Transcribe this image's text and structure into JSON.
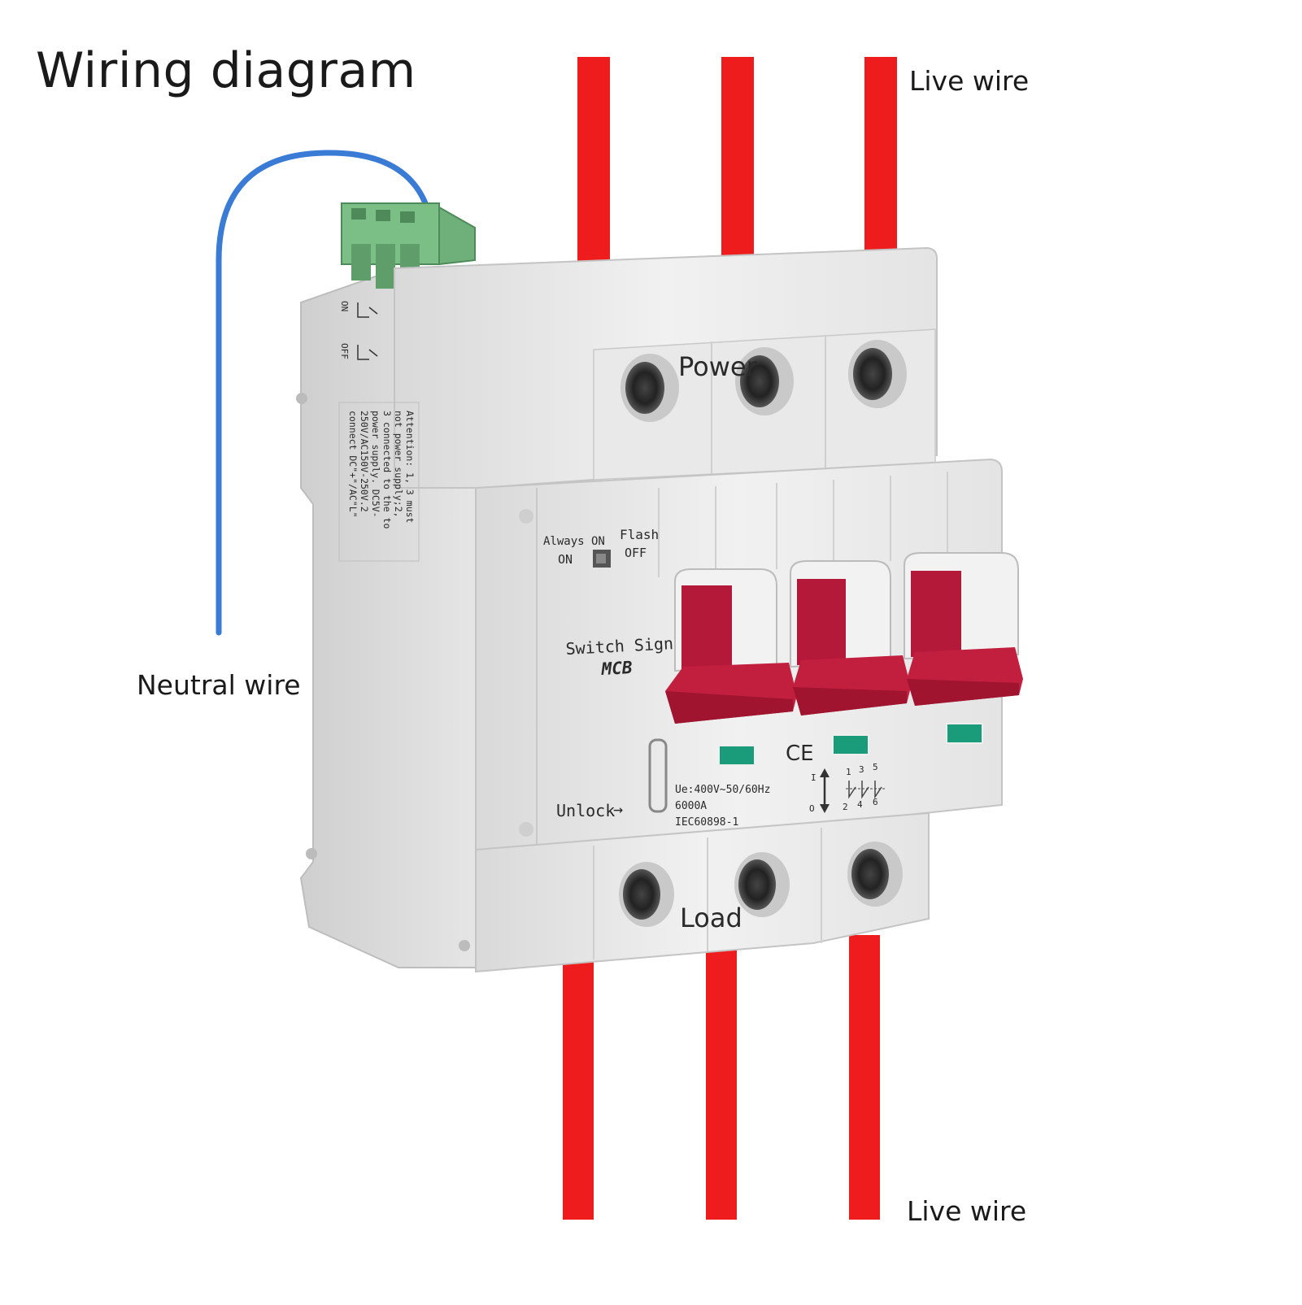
{
  "title": "Wiring diagram",
  "labels": {
    "live_top": "Live wire",
    "live_bottom": "Live wire",
    "neutral": "Neutral wire"
  },
  "device": {
    "power": "Power",
    "load": "Load",
    "switch_signal": "Switch Signal",
    "mcb": "MCB",
    "always_on": "Always ON",
    "on": "ON",
    "flash": "Flash",
    "off": "OFF",
    "unlock": "Unlock",
    "rating": "Ue:400V~50/60Hz",
    "capacity": "6000A",
    "standard": "IEC60898-1",
    "ce": "CE",
    "side_on": "ON",
    "side_off": "OFF",
    "attention": [
      "Attention: 1, 3 must",
      "not power supply;2,",
      "3 connected to the to",
      "power supply. DC5V-",
      "250V/AC150V-250V.2",
      "connect DC\"+\"/AC\"L\""
    ],
    "pole_top": [
      "1",
      "3",
      "5"
    ],
    "pole_bottom": [
      "2",
      "4",
      "6"
    ],
    "symbol_i": "I",
    "symbol_o": "O"
  },
  "colors": {
    "live": "#ee1c1c",
    "neutral": "#3a7bd5",
    "handle": "#b5193a",
    "body": "#ececec",
    "terminal_block": "#6fb07a",
    "indicator": "#1a9b7a"
  }
}
